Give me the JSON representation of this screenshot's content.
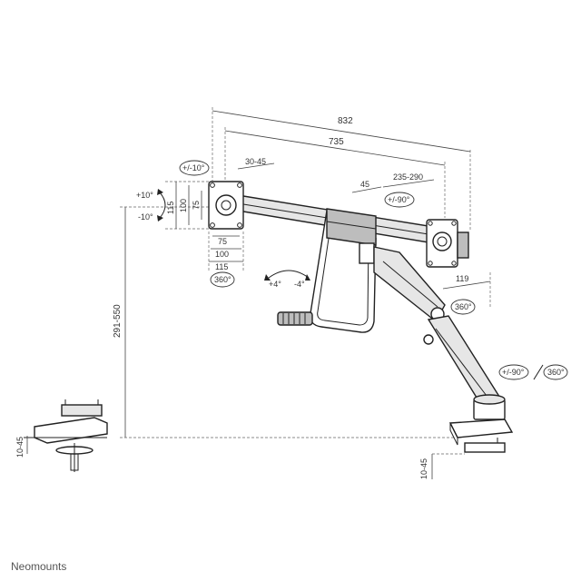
{
  "brand": "Neomounts",
  "dimensions": {
    "total_width": "832",
    "center_width": "735",
    "bar_offset": "30-45",
    "plate_to_bar": "45",
    "vesa_range": "235-290",
    "pole_offset": "119",
    "height_range": "291-550",
    "desk_thickness_left": "10-45",
    "desk_thickness_right": "10-45",
    "vesa_h_75": "75",
    "vesa_h_100": "100",
    "vesa_h_115": "115",
    "vesa_v_75": "75",
    "vesa_v_100": "100",
    "vesa_v_115": "115"
  },
  "angles": {
    "tilt_up": "+10°",
    "tilt_down": "-10°",
    "roll": "+/-10°",
    "plate_rotation": "360°",
    "swivel": "+/-90°",
    "arm_rotation": "360°",
    "bar_tilt_up": "+4°",
    "bar_tilt_down": "-4°",
    "base_swivel": "+/-90°",
    "base_rotation": "360°"
  },
  "colors": {
    "line": "#444444",
    "part_fill": "#e6e6e6",
    "dark_fill": "#bdbdbd"
  }
}
